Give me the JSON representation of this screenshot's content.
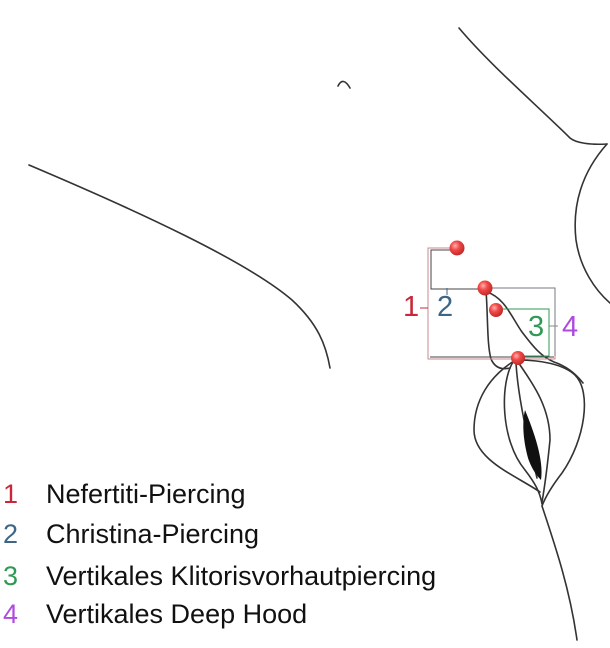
{
  "colors": {
    "line": "#333333",
    "nefertiti": "#c8283a",
    "christina": "#3d6585",
    "klitorisvorhaut": "#2e9a55",
    "deep_hood": "#b04adf",
    "bracket_red": "#c88a90",
    "marker_fill": "#f04848"
  },
  "labels": {
    "n1": "1",
    "n2": "2",
    "n3": "3",
    "n4": "4",
    "dash14": "-",
    "dash34": "-"
  },
  "legend": [
    {
      "number": "1",
      "text": "Nefertiti-Piercing",
      "color": "#c8283a"
    },
    {
      "number": "2",
      "text": "Christina-Piercing",
      "color": "#3d6585"
    },
    {
      "number": "3",
      "text": "Vertikales Klitorisvorhautpiercing",
      "color": "#2e9a55"
    },
    {
      "number": "4",
      "text": "Vertikales Deep Hood",
      "color": "#b04adf"
    }
  ]
}
